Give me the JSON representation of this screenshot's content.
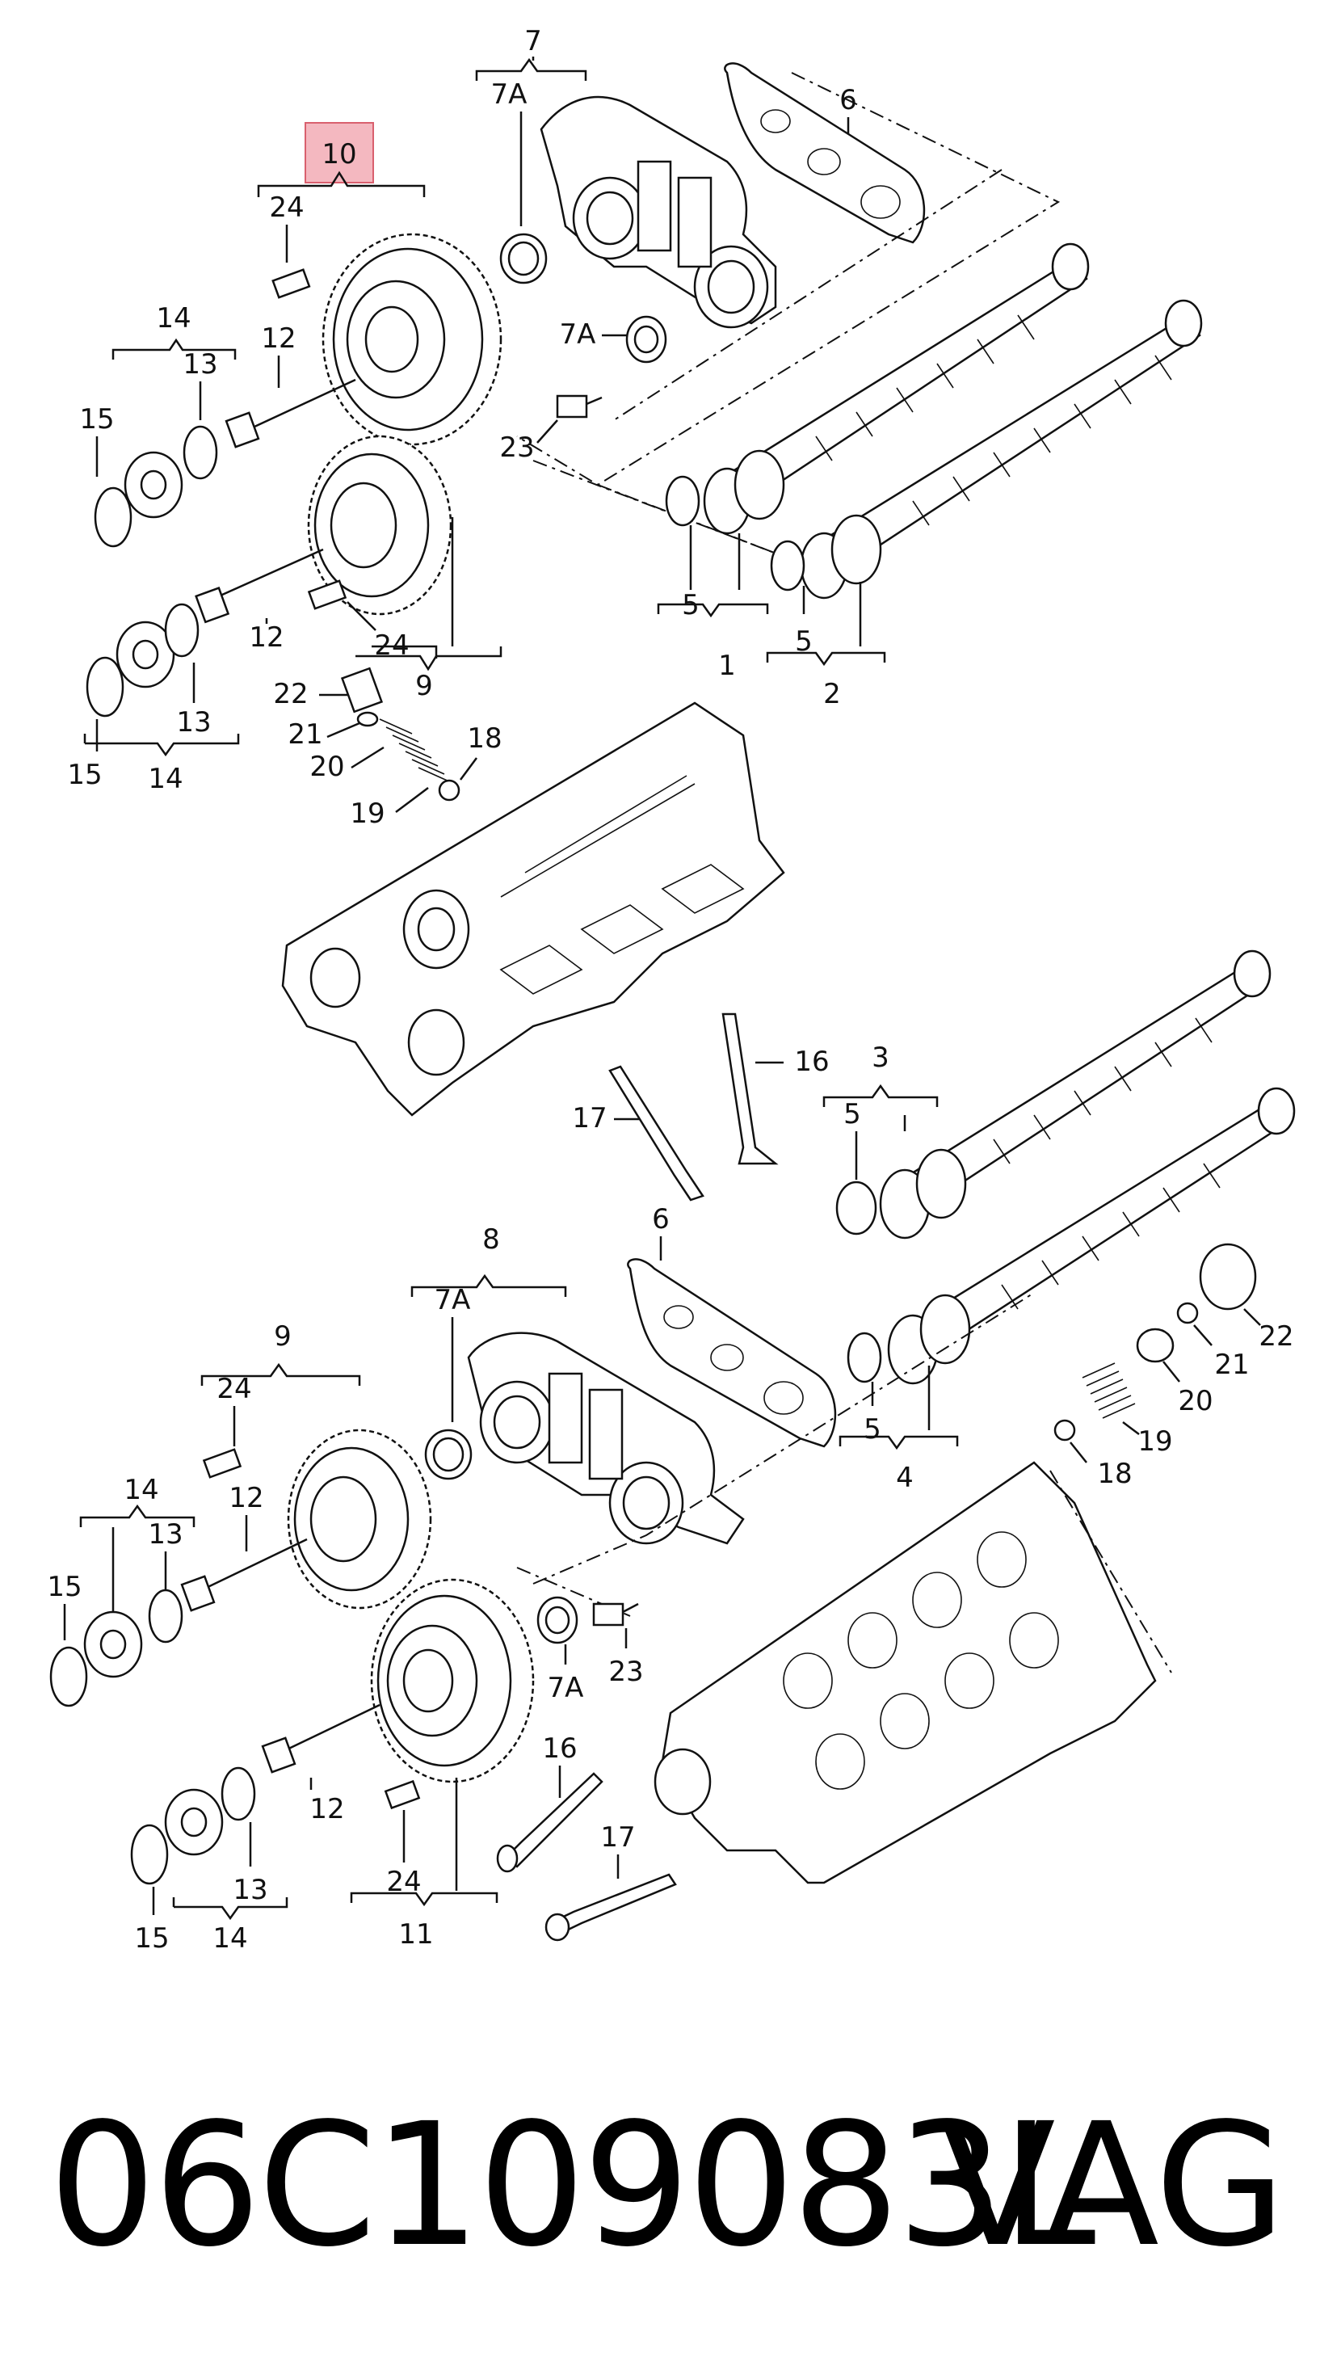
{
  "highlight_color": "#f4b8c0",
  "highlight_border": "#d9606e",
  "callouts": {
    "c1": "1",
    "c2": "2",
    "c3": "3",
    "c4": "4",
    "c5": "5",
    "c6": "6",
    "c7": "7",
    "c7a": "7A",
    "c8": "8",
    "c9": "9",
    "c10": "10",
    "c11": "11",
    "c12": "12",
    "c13": "13",
    "c14": "14",
    "c15": "15",
    "c16": "16",
    "c17": "17",
    "c18": "18",
    "c19": "19",
    "c20": "20",
    "c21": "21",
    "c22": "22",
    "c23": "23",
    "c24": "24"
  },
  "caption": {
    "part_number": "06C109083L",
    "brand": "VAG"
  }
}
